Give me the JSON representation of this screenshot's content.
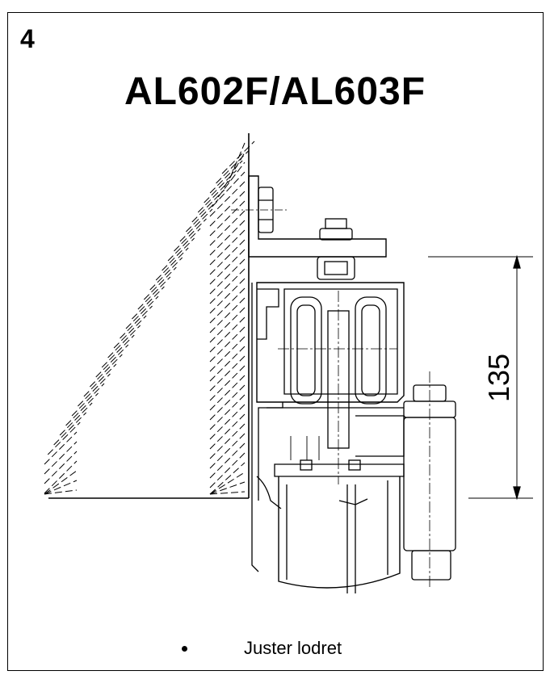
{
  "step": {
    "number": "4",
    "title": "AL602F/AL603F"
  },
  "diagram": {
    "dimension_label": "135",
    "dimension_value": 135
  },
  "instructions": [
    {
      "text": "Juster lodret"
    }
  ],
  "colors": {
    "line": "#000000",
    "background": "#ffffff"
  }
}
